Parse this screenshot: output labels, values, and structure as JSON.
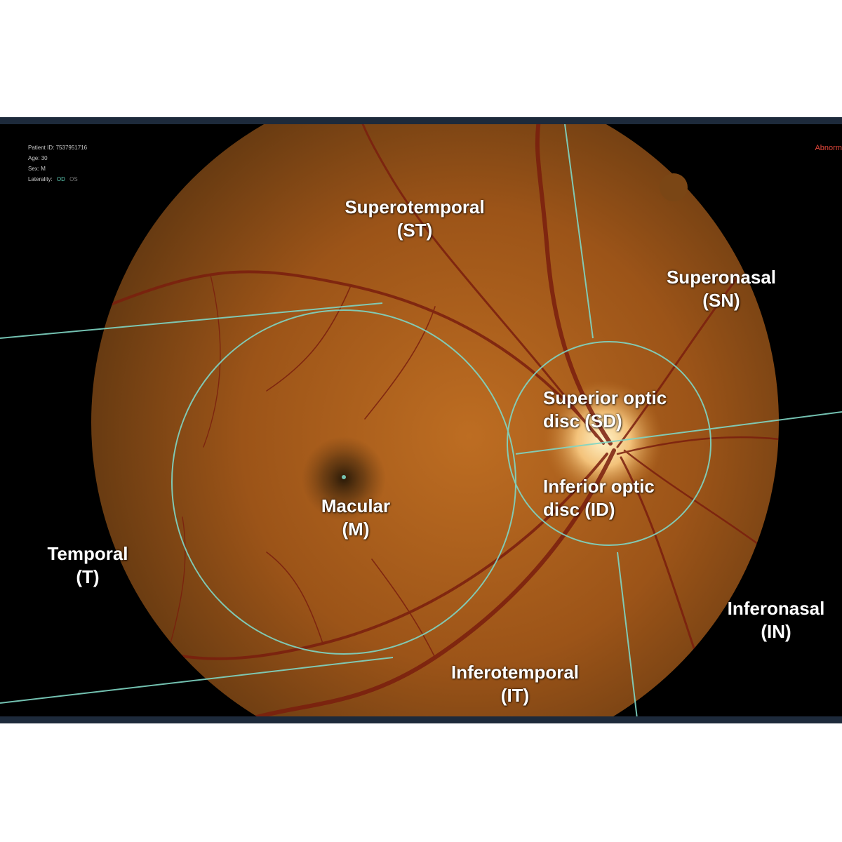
{
  "viewer": {
    "patient_id_label": "Patient ID:",
    "patient_id": "7537951716",
    "age_label": "Age:",
    "age": "30",
    "sex_label": "Sex:",
    "sex": "M",
    "laterality_label": "Laterality:",
    "laterality_selected": "OD",
    "laterality_other": "OS",
    "status_text": "Abnorm"
  },
  "regions": {
    "superotemporal": {
      "name": "Superotemporal",
      "abbr": "(ST)"
    },
    "superonasal": {
      "name": "Superonasal",
      "abbr": "(SN)"
    },
    "superior_optic_disc": {
      "name": "Superior optic",
      "abbr": "disc (SD)"
    },
    "inferior_optic_disc": {
      "name": "Inferior optic",
      "abbr": "disc (ID)"
    },
    "macular": {
      "name": "Macular",
      "abbr": "(M)"
    },
    "temporal": {
      "name": "Temporal",
      "abbr": "(T)"
    },
    "inferonasal": {
      "name": "Inferonasal",
      "abbr": "(IN)"
    },
    "inferotemporal": {
      "name": "Inferotemporal",
      "abbr": "(IT)"
    }
  },
  "colors": {
    "fundus_center": "#b5651e",
    "fundus_edge": "#6a3b10",
    "outline": "#7fd6c4",
    "frame": "#1d2a3b"
  }
}
